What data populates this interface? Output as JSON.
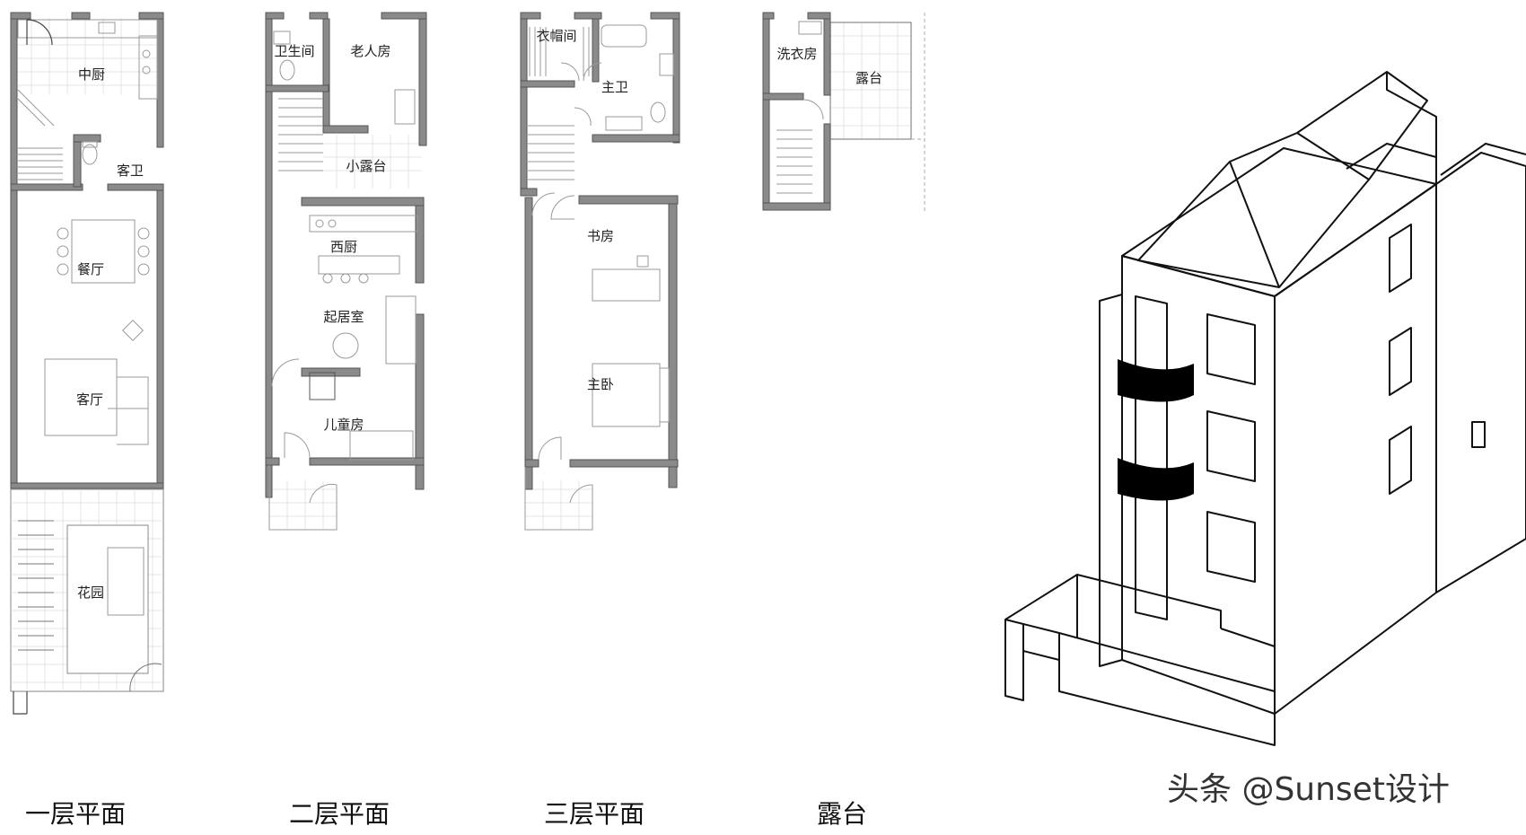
{
  "floor1": {
    "title": "一层平面",
    "rooms": {
      "kitchen": "中厨",
      "guest_bath": "客卫",
      "dining": "餐厅",
      "living": "客厅",
      "garden": "花园"
    }
  },
  "floor2": {
    "title": "二层平面",
    "rooms": {
      "bathroom": "卫生间",
      "elder_room": "老人房",
      "small_terrace": "小露台",
      "western_kitchen": "西厨",
      "family_room": "起居室",
      "kids_room": "儿童房"
    }
  },
  "floor3": {
    "title": "三层平面",
    "rooms": {
      "cloakroom": "衣帽间",
      "master_bath": "主卫",
      "study": "书房",
      "master_bedroom": "主卧"
    }
  },
  "roof": {
    "title": "露台",
    "rooms": {
      "laundry": "洗衣房",
      "terrace": "露台"
    }
  },
  "watermark": "头条 @Sunset设计"
}
